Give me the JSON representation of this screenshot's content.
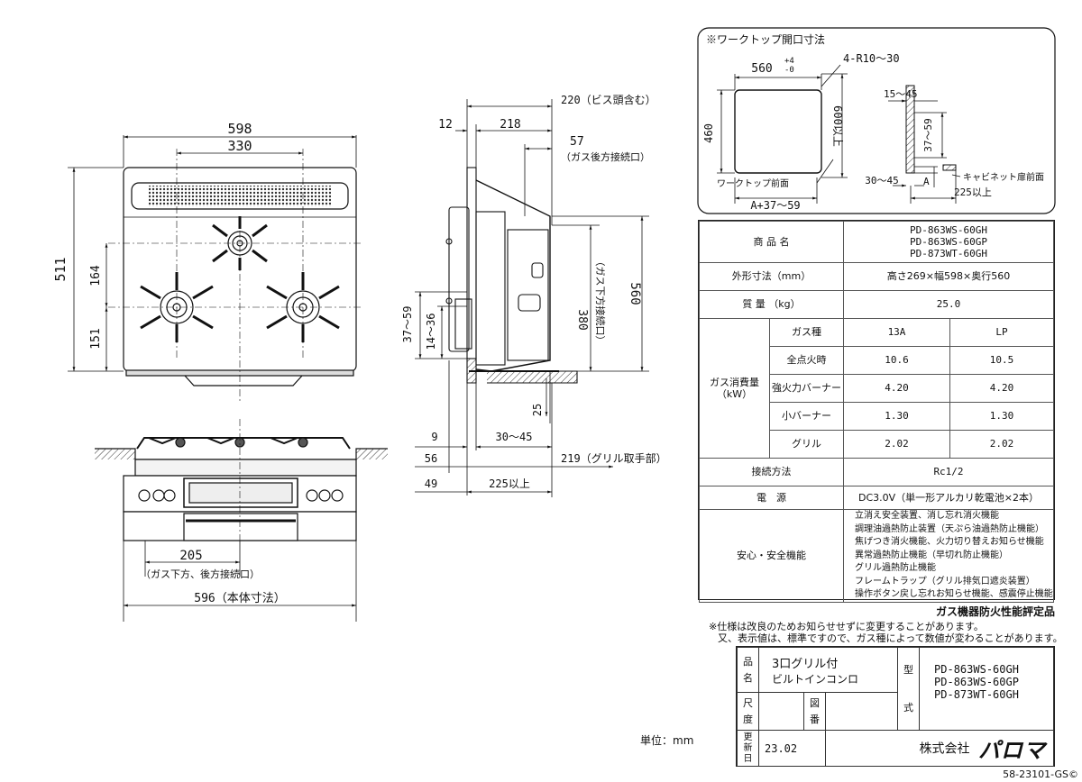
{
  "front_view": {
    "dim_width": "598",
    "dim_burner_spacing": "330",
    "dim_height": "511",
    "dim_164": "164",
    "dim_151": "151"
  },
  "side_view": {
    "dim_220": "220（ビス頭含む）",
    "dim_12": "12",
    "dim_218": "218",
    "dim_57": "57",
    "gas_rear": "（ガス後方接続口）",
    "dim_560": "560",
    "dim_380": "380",
    "gas_lower": "（ガス下方接続口）",
    "dim_37_59": "37～59",
    "dim_14_36": "14～36",
    "dim_25": "25",
    "dim_9": "9",
    "dim_30_45": "30～45",
    "dim_56": "56",
    "dim_219": "219（グリル取手部）",
    "dim_49": "49",
    "dim_225": "225以上"
  },
  "bottom_view": {
    "dim_205": "205",
    "gas_note": "（ガス下方、後方接続口）",
    "dim_596": "596（本体寸法）"
  },
  "worktop": {
    "title": "※ワークトップ開口寸法",
    "dim_560": "560",
    "tol_top": "+4",
    "tol_bottom": "-0",
    "corner": "4-R10～30",
    "dim_460": "460",
    "dim_600": "600以上",
    "front": "ワークトップ前面",
    "dim_a": "A+37～59",
    "dim_15_45": "15～45",
    "dim_37_59": "37～59",
    "label_a": "A",
    "cabinet": "キャビネット扉前面",
    "dim_30_45": "30～45",
    "dim_225": "225以上"
  },
  "spec": {
    "model_label": "商 品 名",
    "models": [
      "PD-863WS-60GH",
      "PD-863WS-60GP",
      "PD-873WT-60GH"
    ],
    "size_label": "外形寸法（mm）",
    "size_value": "高さ269×幅598×奥行560",
    "weight_label": "質 量 （kg）",
    "weight_value": "25.0",
    "consumption_label": "ガス消費量",
    "consumption_unit": "（kW）",
    "gas_type_label": "ガス種",
    "gas_13a": "13A",
    "gas_lp": "LP",
    "rows": [
      {
        "label": "全点火時",
        "a": "10.6",
        "b": "10.5"
      },
      {
        "label": "強火力バーナー",
        "a": "4.20",
        "b": "4.20"
      },
      {
        "label": "小バーナー",
        "a": "1.30",
        "b": "1.30"
      },
      {
        "label": "グリル",
        "a": "2.02",
        "b": "2.02"
      }
    ],
    "connect_label": "接続方法",
    "connect_value": "Rc1/2",
    "power_label": "電　源",
    "power_value": "DC3.0V（単一形アルカリ乾電池×2本）",
    "safety_label": "安心・安全機能",
    "safety_items": [
      "立消え安全装置、消し忘れ消火機能",
      "調理油過熱防止装置（天ぷら油過熱防止機能）",
      "焦げつき消火機能、火力切り替えお知らせ機能",
      "異常過熱防止機能（早切れ防止機能）",
      "グリル過熱防止機能",
      "フレームトラップ（グリル排気口遮炎装置）",
      "操作ボタン戻し忘れお知らせ機能、感震停止機能"
    ]
  },
  "notes": {
    "fire_cert": "ガス機器防火性能評定品",
    "note1": "※仕様は改良のためお知らせせずに変更することがあります。",
    "note2": "又、表示値は、標準ですので、ガス種によって数値が変わることがあります。",
    "unit": "単位：mm",
    "drawing_no": "58-23101-GS©"
  },
  "title_block": {
    "name_label_1": "品",
    "name_label_2": "名",
    "product_name_1": "3口グリル付",
    "product_name_2": "ビルトインコンロ",
    "type_label_1": "型",
    "type_label_2": "式",
    "models": [
      "PD-863WS-60GH",
      "PD-863WS-60GP",
      "PD-873WT-60GH"
    ],
    "scale_label_1": "尺",
    "scale_label_2": "度",
    "drawing_label_1": "図",
    "drawing_label_2": "番",
    "update_label_1": "更",
    "update_label_2": "新",
    "update_label_3": "日",
    "update_date": "23.02",
    "company": "株式会社",
    "brand": "パロマ"
  }
}
